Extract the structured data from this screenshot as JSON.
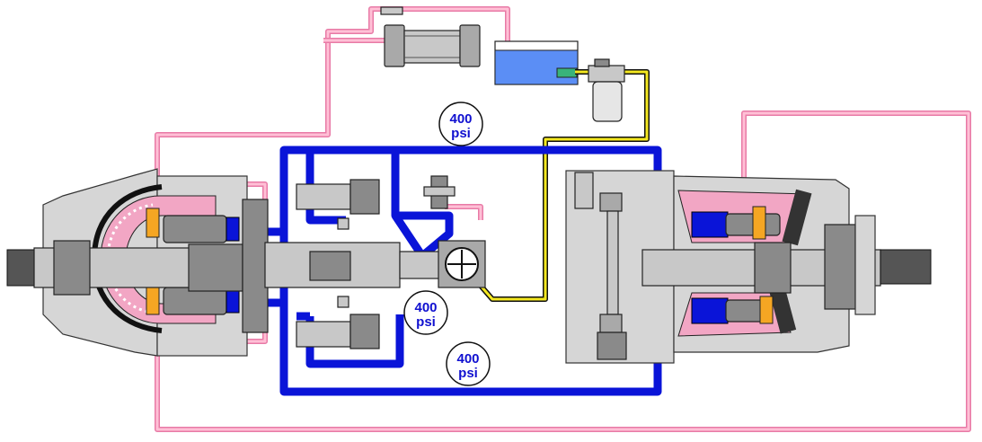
{
  "pressure_badges": [
    {
      "id": "top",
      "value": "400",
      "unit": "psi"
    },
    {
      "id": "middle",
      "value": "400",
      "unit": "psi"
    },
    {
      "id": "bottom",
      "value": "400",
      "unit": "psi"
    }
  ],
  "colors": {
    "case_drain": "#e87aa6",
    "charge_pressure": "#0a14d8",
    "suction": "#f4e820",
    "reservoir_fluid": "#5b8ef5",
    "housing": "#d6d6d6"
  },
  "icons": [
    "heat-exchanger-icon",
    "reservoir-icon",
    "filter-icon",
    "charge-pump-icon",
    "pump-shaft-icon",
    "motor-shaft-icon",
    "relief-valve-icon"
  ]
}
